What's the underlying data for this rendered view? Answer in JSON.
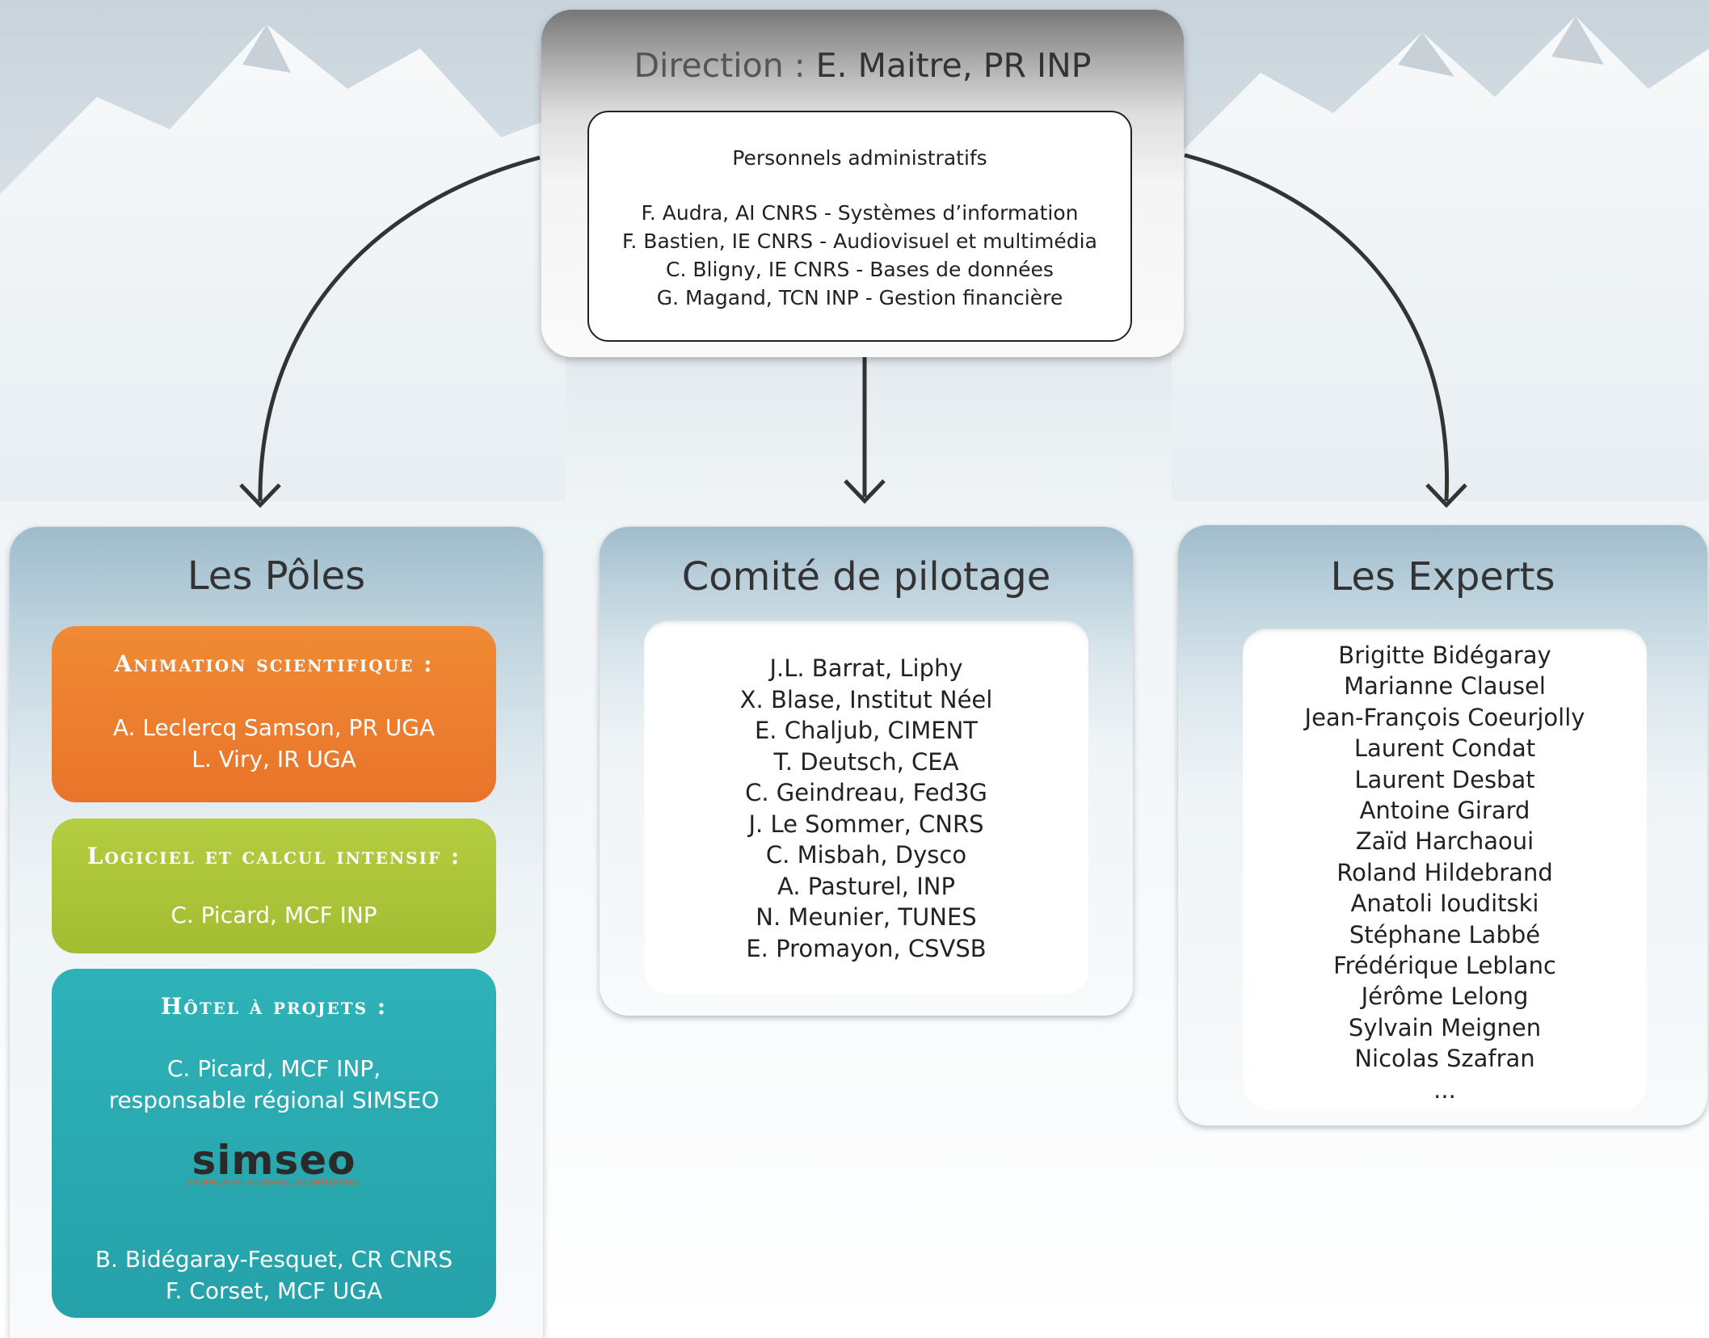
{
  "direction": {
    "title_label": "Direction :",
    "title_name": "E. Maitre, PR INP",
    "admin_heading": "Personnels administratifs",
    "admin_staff": [
      "F. Audra, AI CNRS - Systèmes d’information",
      "F. Bastien, IE CNRS - Audiovisuel et multimédia",
      "C. Bligny, IE CNRS - Bases de données",
      "G. Magand, TCN INP - Gestion financière"
    ]
  },
  "poles": {
    "title": "Les Pôles",
    "animation": {
      "title": "Animation scientifique :",
      "members": [
        "A. Leclercq Samson, PR UGA",
        "L. Viry, IR UGA"
      ],
      "color": "#ee7d2a"
    },
    "logiciel": {
      "title": "Logiciel et calcul intensif :",
      "members": [
        "C. Picard, MCF INP"
      ],
      "color": "#a9c437"
    },
    "hotel": {
      "title": "Hôtel à projets :",
      "members_top": [
        "C. Picard, MCF INP,",
        "responsable régional SIMSEO"
      ],
      "logo_text": "simseo",
      "logo_subtext": "LA SIMULATION AU SERVICE DES ENTREPRISES",
      "members_bottom": [
        "B. Bidégaray-Fesquet, CR CNRS",
        "F. Corset, MCF UGA"
      ],
      "color": "#2aa9b0"
    }
  },
  "comite": {
    "title": "Comité de pilotage",
    "members": [
      "J.L. Barrat, Liphy",
      "X. Blase, Institut Néel",
      "E. Chaljub, CIMENT",
      "T. Deutsch, CEA",
      "C. Geindreau, Fed3G",
      "J. Le Sommer, CNRS",
      "C. Misbah, Dysco",
      "A. Pasturel, INP",
      "N. Meunier, TUNES",
      "E. Promayon, CSVSB"
    ]
  },
  "experts": {
    "title": "Les Experts",
    "members": [
      "Brigitte Bidégaray",
      "Marianne Clausel",
      "Jean-François Coeurjolly",
      "Laurent Condat",
      "Laurent Desbat",
      "Antoine Girard",
      "Zaïd Harchaoui",
      "Roland Hildebrand",
      "Anatoli Iouditski",
      "Stéphane Labbé",
      "Frédérique Leblanc",
      "Jérôme Lelong",
      "Sylvain Meignen",
      "Nicolas Szafran",
      "..."
    ]
  }
}
